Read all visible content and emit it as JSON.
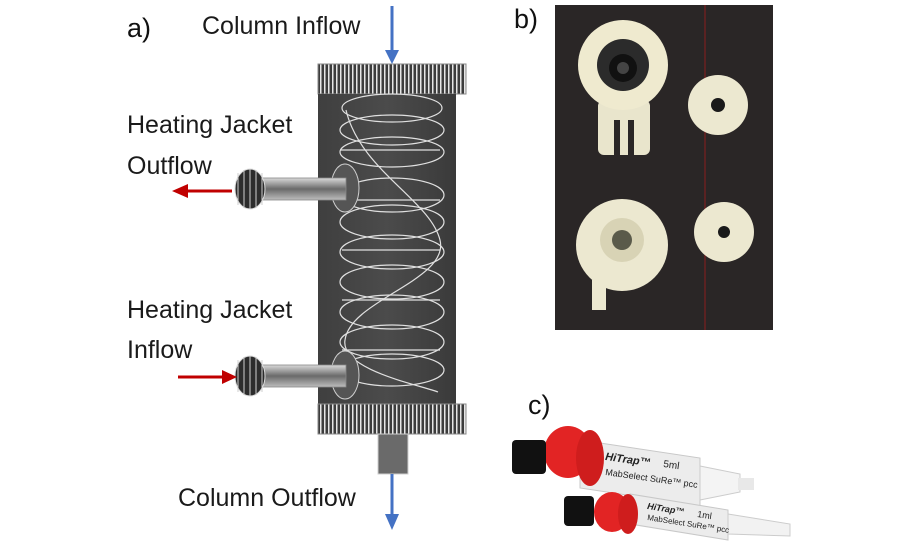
{
  "panels": {
    "a": "a)",
    "b": "b)",
    "c": "c)"
  },
  "labels": {
    "column_inflow": "Column Inflow",
    "heating_jacket_outflow_line1": "Heating Jacket",
    "heating_jacket_outflow_line2": "Outflow",
    "heating_jacket_inflow_line1": "Heating Jacket",
    "heating_jacket_inflow_line2": "Inflow",
    "column_outflow": "Column Outflow"
  },
  "columns": {
    "large": {
      "brand": "HiTrap™",
      "volume": "5ml",
      "resin": "MabSelect SuRe™ pcc"
    },
    "small": {
      "brand": "HiTrap™",
      "volume": "1ml",
      "resin": "MabSelect SuRe™ pcc"
    }
  },
  "colors": {
    "flow_arrow_blue": "#4472c4",
    "jacket_arrow_red": "#c00000",
    "cap_red": "#e02020"
  }
}
